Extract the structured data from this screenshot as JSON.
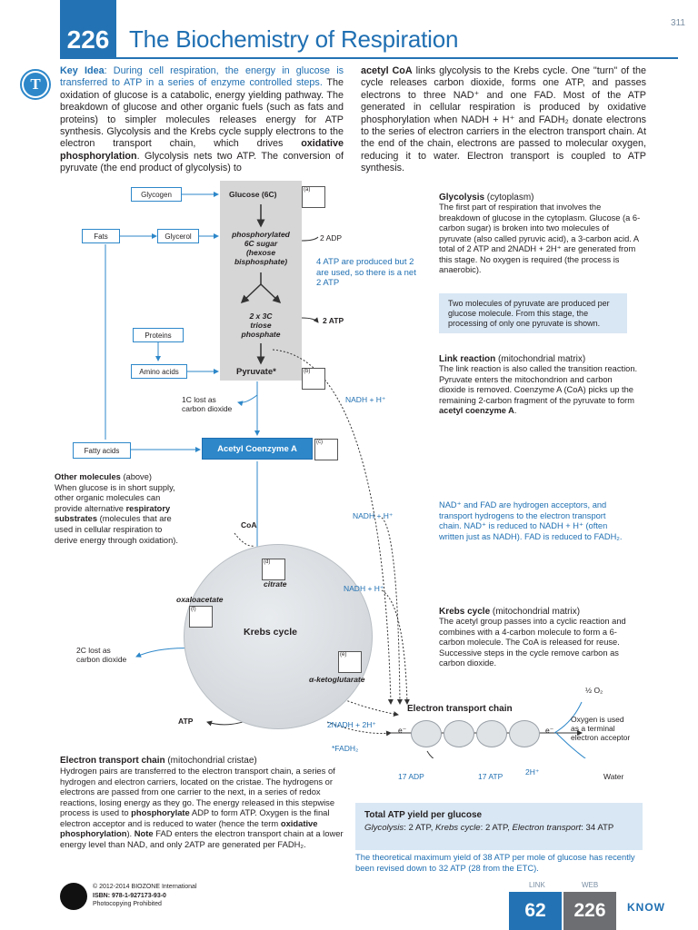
{
  "page_number": "311",
  "activity_number": "226",
  "title": "The Biochemistry of Respiration",
  "badge": "T",
  "intro": {
    "key_idea_label": "Key Idea",
    "key_idea_text": ": During cell respiration, the energy in glucose is transferred to ATP in a series of enzyme controlled steps.",
    "left_p1": "The oxidation of glucose is a catabolic, energy yielding pathway. The breakdown of glucose and other organic fuels (such as fats and proteins) to simpler molecules releases energy for ATP synthesis. Glycolysis and the Krebs cycle supply electrons to the electron transport chain, which drives",
    "left_bold": "oxidative phosphorylation",
    "left_p2": ". Glycolysis nets two ATP. The conversion of pyruvate (the end product of glycolysis) to",
    "right_bold": "acetyl CoA",
    "right_text": " links glycolysis to the Krebs cycle. One \"turn\" of the cycle releases carbon dioxide, forms one ATP, and passes electrons to three NAD⁺ and one FAD. Most of the ATP generated in cellular respiration is produced by oxidative phosphorylation when NADH + H⁺ and FADH₂ donate electrons to the series of electron carriers in the electron transport chain. At the end of the chain, electrons are passed to molecular oxygen, reducing it to water. Electron transport is coupled to ATP synthesis."
  },
  "diagram": {
    "glycogen": "Glycogen",
    "glucose": "Glucose (6C)",
    "fats": "Fats",
    "glycerol": "Glycerol",
    "phos_sugar": "phosphorylated\n6C sugar\n(hexose\nbisphosphate)",
    "adp2": "2 ADP",
    "atp_note": "4 ATP are produced but 2 are used, so there is a net 2 ATP",
    "triose": "2 x 3C\ntriose\nphosphate",
    "atp2": "2 ATP",
    "proteins": "Proteins",
    "amino_acids": "Amino acids",
    "pyruvate": "Pyruvate*",
    "nadh1": "NADH + H⁺",
    "c_lost_1": "1C lost as\ncarbon dioxide",
    "fatty_acids": "Fatty acids",
    "acetyl_coa": "Acetyl Coenzyme A",
    "coa": "CoA",
    "nadh2": "NADH + H⁺",
    "citrate": "citrate",
    "nadh3": "NADH + H⁺",
    "oxaloacetate": "oxaloacetate",
    "krebs_cycle": "Krebs cycle",
    "c_lost_2": "2C lost as\ncarbon dioxide",
    "ketoglutarate": "α-ketoglutarate",
    "atp_krebs": "ATP",
    "nadh_2x": "2NADH + 2H⁺",
    "fadh": "*FADH₂",
    "etc_title": "Electron transport chain",
    "e_minus_1": "e⁻",
    "e_minus_2": "e⁻",
    "adp17": "17 ADP",
    "atp17": "17 ATP",
    "h2plus": "2H⁺",
    "o2": "½ O₂",
    "oxygen_note": "Oxygen is used\nas a terminal\nelectron acceptor",
    "water": "Water",
    "answer_labels": [
      "(a)",
      "(b)",
      "(c)",
      "(d)",
      "(e)",
      "(f)"
    ]
  },
  "other_molecules": {
    "head": "Other molecules",
    "head_suffix": " (above)",
    "line1": "When glucose is in short supply,",
    "line2": "other organic molecules can",
    "line3a": "provide alternative ",
    "line3b": "respiratory",
    "line4a": "substrates",
    "line4b": " (molecules that are",
    "line5": "used in cellular respiration to",
    "line6": "derive energy through oxidation)."
  },
  "sidebar": {
    "glycolysis_head": "Glycolysis",
    "glycolysis_sub": " (cytoplasm)",
    "glycolysis_text": "The first part of respiration that involves the breakdown of glucose in the cytoplasm. Glucose (a 6-carbon sugar) is broken into two molecules of pyruvate (also called pyruvic acid), a 3-carbon acid. A total of 2 ATP and 2NADH + 2H⁺ are generated from this stage. No oxygen is required (the process is anaerobic).",
    "pyruvate_note": "Two molecules of pyruvate are produced per glucose molecule. From this stage, the processing of only one pyruvate is shown.",
    "link_head": "Link reaction",
    "link_sub": " (mitochondrial matrix)",
    "link_text_a": "The link reaction is also called the transition reaction. Pyruvate enters the mitochondrion and carbon dioxide is removed. Coenzyme A (CoA) picks up the remaining 2-carbon fragment of the pyruvate to form ",
    "link_text_b": "acetyl coenzyme A",
    "link_text_c": ".",
    "nad_note": "NAD⁺ and FAD are hydrogen acceptors, and transport hydrogens to the electron transport chain. NAD⁺ is reduced to NADH + H⁺ (often written just as NADH). FAD is reduced to FADH₂.",
    "krebs_head": "Krebs cycle",
    "krebs_sub": " (mitochondrial matrix)",
    "krebs_text": "The acetyl group passes into a cyclic reaction and combines with a 4-carbon molecule to form a 6-carbon molecule. The CoA is released for reuse. Successive steps in the cycle remove carbon as carbon dioxide."
  },
  "etc_section": {
    "head": "Electron transport chain",
    "sub": " (mitochondrial cristae)",
    "text_a": "Hydrogen pairs are transferred to the electron transport chain, a series of hydrogen and electron carriers, located on the cristae. The hydrogens or electrons are passed from one carrier to the next, in a series of redox reactions, losing energy as they go. The energy released in this stepwise process is used to ",
    "text_b": "phosphorylate",
    "text_c": " ADP to form ATP. Oxygen is the final electron acceptor and is reduced to water (hence the term ",
    "text_d": "oxidative phosphorylation",
    "text_e": "). ",
    "text_f": "Note",
    "text_g": " FAD enters the electron transport chain at a lower energy level than NAD, and only 2ATP are generated per FADH₂."
  },
  "atp_yield": {
    "head": "Total ATP yield per glucose",
    "glycolysis_label": "Glycolysis",
    "glycolysis_val": ": 2 ATP, ",
    "krebs_label": "Krebs cycle",
    "krebs_val": ": 2 ATP, ",
    "etc_label": "Electron transport",
    "etc_val": ": 34 ATP",
    "note": "The theoretical maximum yield of 38 ATP per mole of glucose has recently been revised down to 32 ATP (28 from the ETC)."
  },
  "footer": {
    "copyright": "© 2012-2014 BIOZONE International",
    "isbn": "ISBN: 978-1-927173-93-0",
    "photocopy": "Photocopying Prohibited",
    "link_label": "LINK",
    "web_label": "WEB",
    "link_num": "62",
    "web_num": "226",
    "know": "KNOW",
    "link_color": "#2373b4",
    "web_color": "#6d6e71"
  }
}
